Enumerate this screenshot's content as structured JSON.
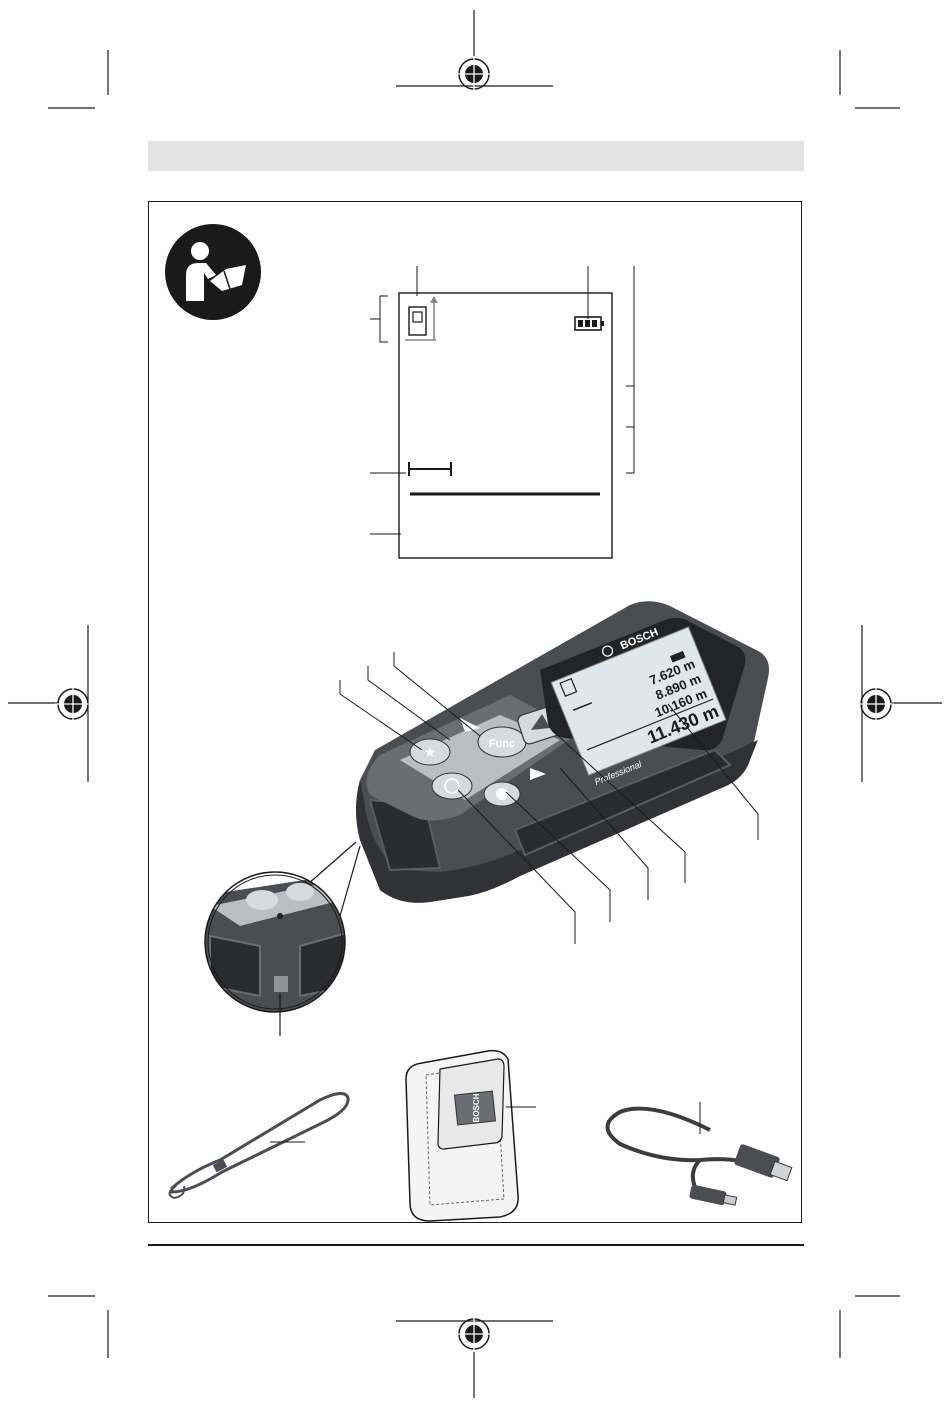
{
  "device_display": {
    "readings": [
      "7.620 m",
      "8.890 m",
      "10.160 m"
    ],
    "main_reading": "11.430 m",
    "brand": "BOSCH",
    "series": "Professional"
  },
  "keypad": {
    "func_label": "Func"
  },
  "pouch": {
    "brand": "BOSCH"
  },
  "icons": [
    "read-manual-icon",
    "reference-level-icon",
    "battery-icon",
    "distance-measure-icon",
    "registration-mark"
  ],
  "colors": {
    "housing": "#4a4d52",
    "screen": "#dfe6ec",
    "keypad": "#b9bec4",
    "outline": "#1a1a1a"
  }
}
